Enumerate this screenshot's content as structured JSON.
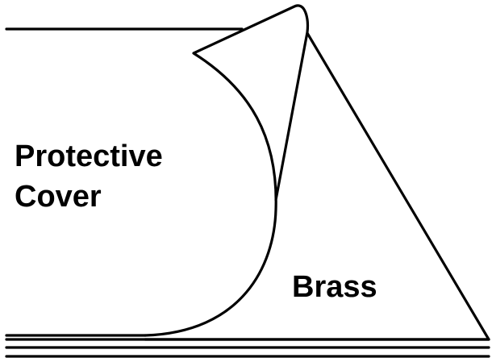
{
  "diagram": {
    "labels": {
      "protective_cover_line1": "Protective",
      "protective_cover_line2": "Cover",
      "brass": "Brass"
    },
    "colors": {
      "stroke": "#000000",
      "background": "#ffffff"
    }
  }
}
